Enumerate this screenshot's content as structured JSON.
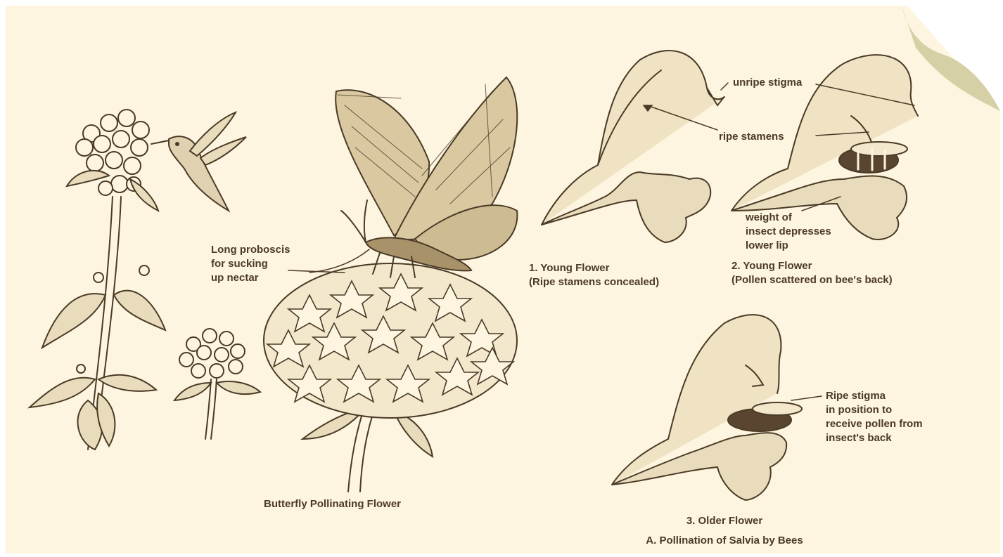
{
  "labels": {
    "proboscis": [
      "Long proboscis",
      "for sucking",
      "up nectar"
    ],
    "unripe_stigma": "unripe stigma",
    "ripe_stamens": "ripe stamens",
    "weight": [
      "weight of",
      "insect depresses",
      "lower lip"
    ],
    "ripe_stigma": [
      "Ripe stigma",
      "in position to",
      "receive pollen from",
      "insect's back"
    ]
  },
  "captions": {
    "butterfly": "Butterfly Pollinating Flower",
    "young1_title": "1. Young Flower",
    "young1_sub": "(Ripe stamens concealed)",
    "young2_title": "2. Young Flower",
    "young2_sub": "(Pollen scattered on bee's back)",
    "older_title": "3. Older Flower",
    "figure_title": "A. Pollination of Salvia by Bees"
  },
  "colors": {
    "paper": "#fdf5df",
    "ink": "#4a3a26",
    "curl": "#d6d0a6"
  }
}
